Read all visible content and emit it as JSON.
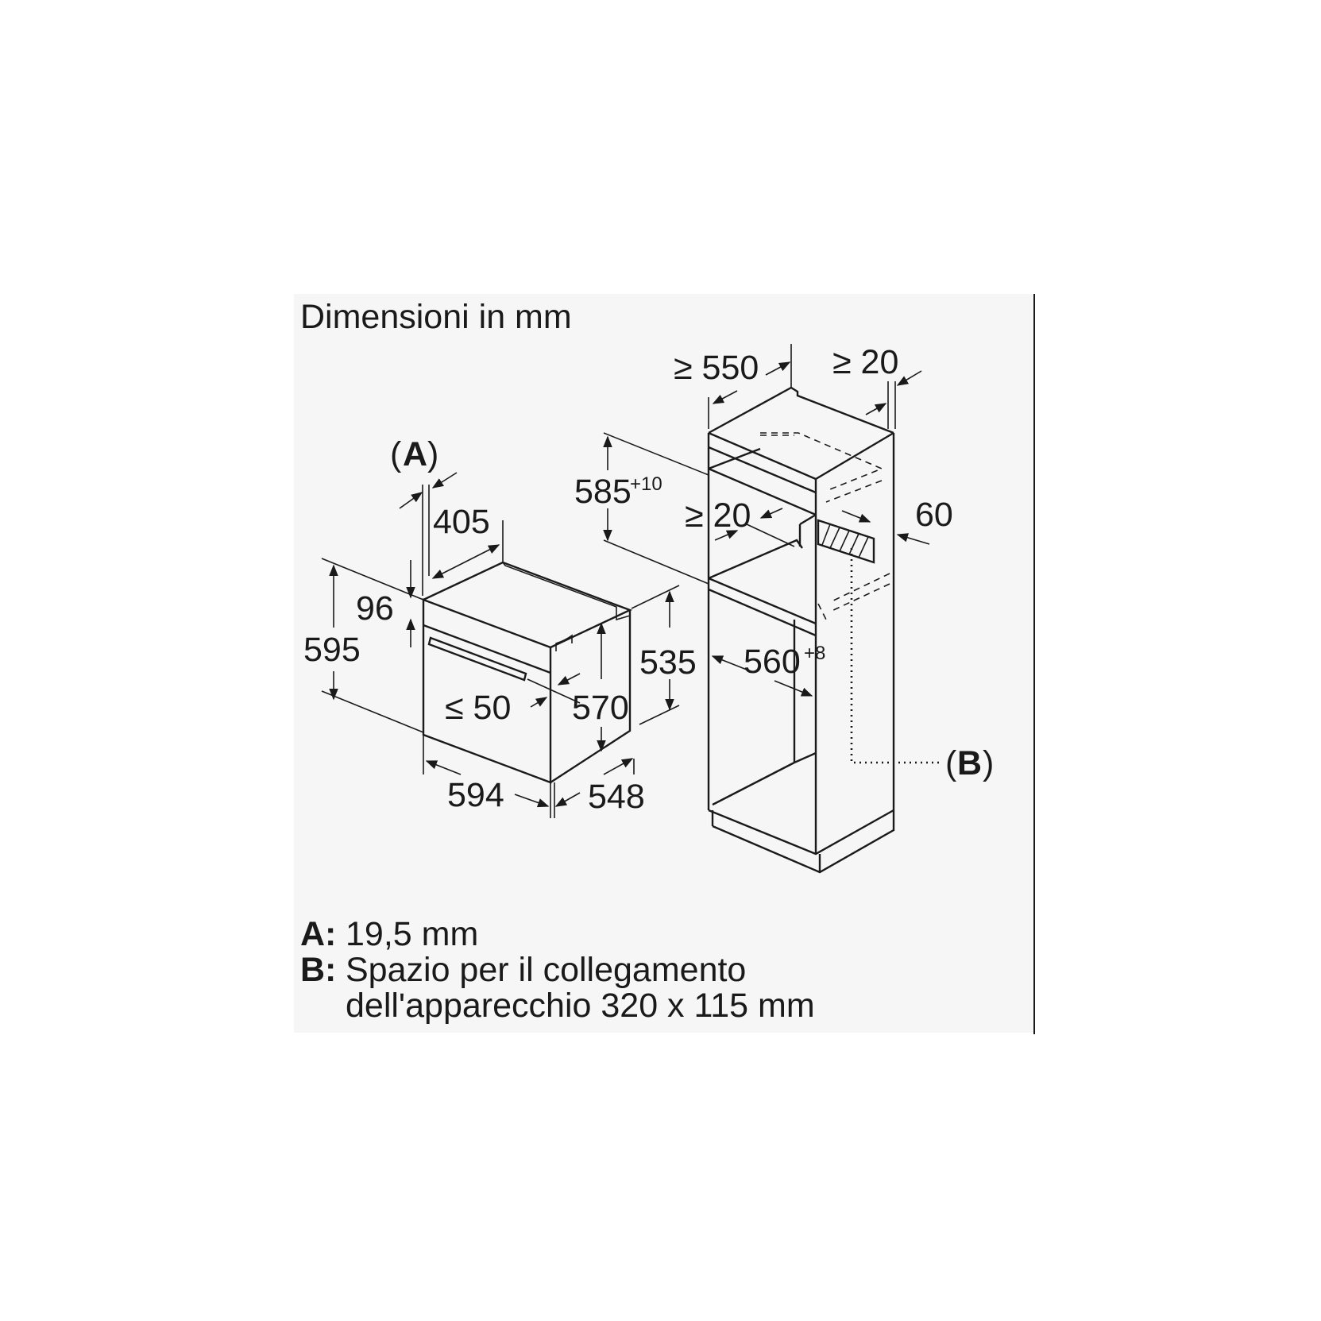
{
  "title": "Dimensioni in mm",
  "oven": {
    "width": "594",
    "height": "595",
    "depth": "548",
    "body_depth": "535",
    "body_height": "570",
    "top_depth": "405",
    "panel_height": "96",
    "handle_gap": "≤ 50",
    "marker_a": "A"
  },
  "cabinet": {
    "min_depth": "≥ 550",
    "rear_gap": "≥ 20",
    "niche_height": "585",
    "niche_height_tol": "+10",
    "shelf_gap": "≥ 20",
    "rear_vent": "60",
    "niche_width": "560",
    "niche_width_tol": "+8",
    "marker_b": "B"
  },
  "legend": [
    {
      "key": "A:",
      "text": "19,5 mm"
    },
    {
      "key": "B:",
      "text": "Spazio per il collegamento",
      "text2": "dell'apparecchio 320 x 115 mm"
    }
  ]
}
